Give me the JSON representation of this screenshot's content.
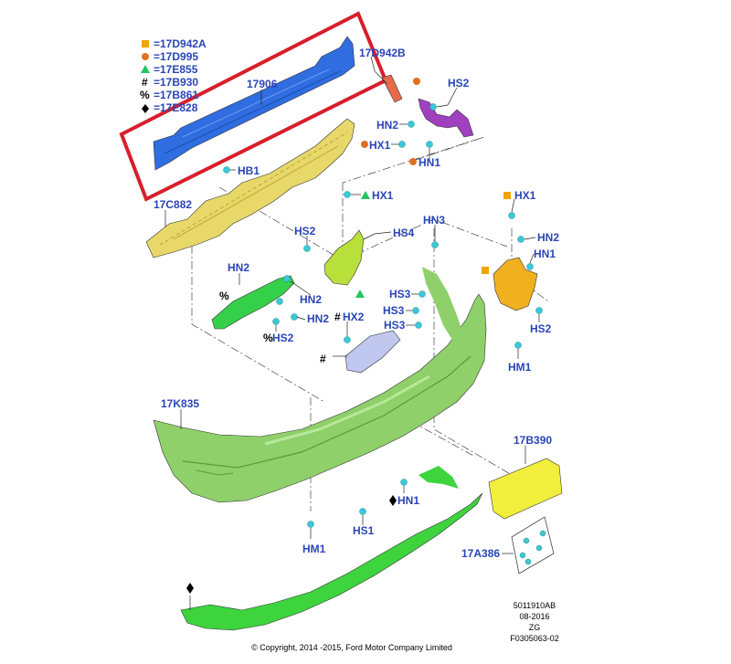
{
  "legend": [
    {
      "symbol": "square",
      "color": "#f0a500",
      "label": "=17D942A"
    },
    {
      "symbol": "circle",
      "color": "#e07020",
      "label": "=17D995"
    },
    {
      "symbol": "triangle",
      "color": "#22c55e",
      "label": "=17E855"
    },
    {
      "symbol": "#",
      "label": "=17B930"
    },
    {
      "symbol": "%",
      "label": "=17B861"
    },
    {
      "symbol": "diamond",
      "label": "=17E828"
    }
  ],
  "highlight": {
    "color": "#d81e2b"
  },
  "parts": {
    "reinforcement": {
      "label": "17906",
      "color": "#2f6de0"
    },
    "absorber": {
      "label": "17C882",
      "color": "#e8d86a"
    },
    "bracket_top": {
      "label": "17D942B",
      "color": "#e86a4a"
    },
    "bumper_cover": {
      "label": "17K835",
      "color": "#8fd06a"
    },
    "lower_valance": {
      "label": "",
      "color": "#3dd43d"
    },
    "plate_bracket": {
      "label": "17B390",
      "color": "#f2ef3c"
    },
    "clips_bag": {
      "label": "17A386"
    },
    "side_bracket_left": {
      "color": "#b8e03a"
    },
    "side_bracket_right": {
      "color": "#f0b020"
    },
    "retainer_left": {
      "color": "#35d04a"
    },
    "sensor_bracket": {
      "color": "#c0c8f0"
    },
    "wiring_clip": {
      "color": "#a040c0"
    }
  },
  "callouts": {
    "hb1": "HB1",
    "hs2_top": "HS2",
    "hn2_top": "HN2",
    "hx1_top": "HX1",
    "hn1_top": "HN1",
    "hx1_mid": "HX1",
    "hs2_mid": "HS2",
    "hs4": "HS4",
    "hn2_mid": "HN2",
    "hn2_left": "HN2",
    "hn2_left2": "HN2",
    "hs2_left": "HS2",
    "hx2": "HX2",
    "hn3": "HN3",
    "hs3_a": "HS3",
    "hs3_b": "HS3",
    "hs3_c": "HS3",
    "hx1_right": "HX1",
    "hn2_right": "HN2",
    "hn1_right": "HN1",
    "hs2_right": "HS2",
    "hm1_right": "HM1",
    "hn1_bottom": "HN1",
    "hs1": "HS1",
    "hm1_left": "HM1"
  },
  "symbols": {
    "percent_a": "%",
    "percent_b": "%",
    "hash_a": "#",
    "hash_b": "#"
  },
  "footer": {
    "ref1": "5011910AB",
    "ref2": "08-2016",
    "ref3": "ZG",
    "ref4": "F0305063-02",
    "copyright": "© Copyright, 2014 -2015, Ford Motor Company Limited"
  }
}
